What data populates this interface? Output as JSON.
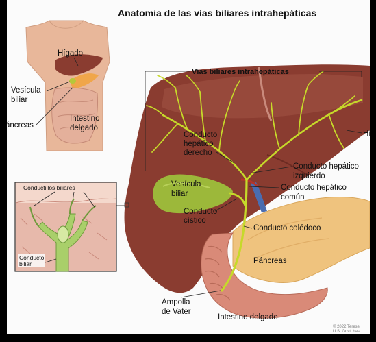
{
  "title": "Anatomia de las vías biliares intrahepáticas",
  "inset_body": {
    "liver": "Hígado",
    "gallbladder_line1": "Vesícula",
    "gallbladder_line2": "biliar",
    "pancreas": "áncreas",
    "intestine_line1": "Intestino",
    "intestine_line2": "delgado"
  },
  "inset_micro": {
    "ductules": "Conductillos biliares",
    "duct_line1": "Conducto",
    "duct_line2": "biliar"
  },
  "main": {
    "intrahepatic": "Vías biliares intrahepáticas",
    "right_duct_line1": "Conducto",
    "right_duct_line2": "hepático",
    "right_duct_line3": "derecho",
    "left_duct_line1": "Conducto hepático",
    "left_duct_line2": "izquierdo",
    "common_hepatic_line1": "Conducto hepático",
    "common_hepatic_line2": "común",
    "gallbladder_line1": "Vesícula",
    "gallbladder_line2": "biliar",
    "cystic_line1": "Conducto",
    "cystic_line2": "cístico",
    "common_bile_duct": "Conducto colédoco",
    "pancreas": "Páncreas",
    "ampulla_line1": "Ampolla",
    "ampulla_line2": "de Vater",
    "small_intestine": "Intestino delgado",
    "liver_cut": "Hí"
  },
  "credit_line1": "© 2022 Terese",
  "credit_line2": "U.S. Govt. has",
  "colors": {
    "liver": "#8a3c30",
    "ducts": "#c6d92a",
    "gallbladder": "#9cb83a",
    "pancreas": "#efc37e",
    "intestine": "#d98a78",
    "background": "#fbfbfb"
  }
}
